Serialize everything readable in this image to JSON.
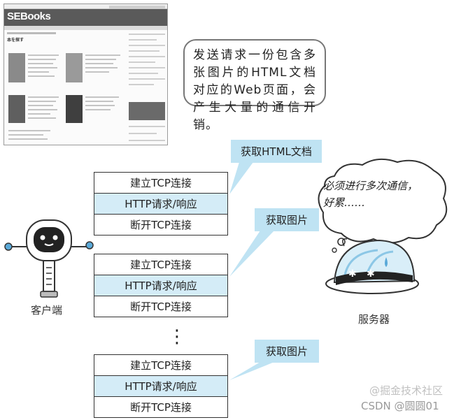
{
  "screenshot": {
    "logo": "SEBooks",
    "section_title": "本を探す"
  },
  "note_text": "发送请求一份包含多张图片的HTML文档对应的Web页面，会产生大量的通信开销。",
  "groups": [
    {
      "rows": [
        "建立TCP连接",
        "HTTP请求/响应",
        "断开TCP连接"
      ],
      "callout": "获取HTML文档"
    },
    {
      "rows": [
        "建立TCP连接",
        "HTTP请求/响应",
        "断开TCP连接"
      ],
      "callout": "获取图片"
    },
    {
      "rows": [
        "建立TCP连接",
        "HTTP请求/响应",
        "断开TCP连接"
      ],
      "callout": "获取图片"
    }
  ],
  "ellipsis": "⋮",
  "client_label": "客户端",
  "server_label": "服务器",
  "thought_line1": "必须进行多次通信，",
  "thought_line2": "好累……",
  "watermark": {
    "site": "@掘金技术社区",
    "author": "CSDN @圆圆01"
  },
  "colors": {
    "callout_fill": "#bfe3f3",
    "request_row_fill": "#d4ecf7",
    "robot_accent": "#5aa9d8"
  }
}
